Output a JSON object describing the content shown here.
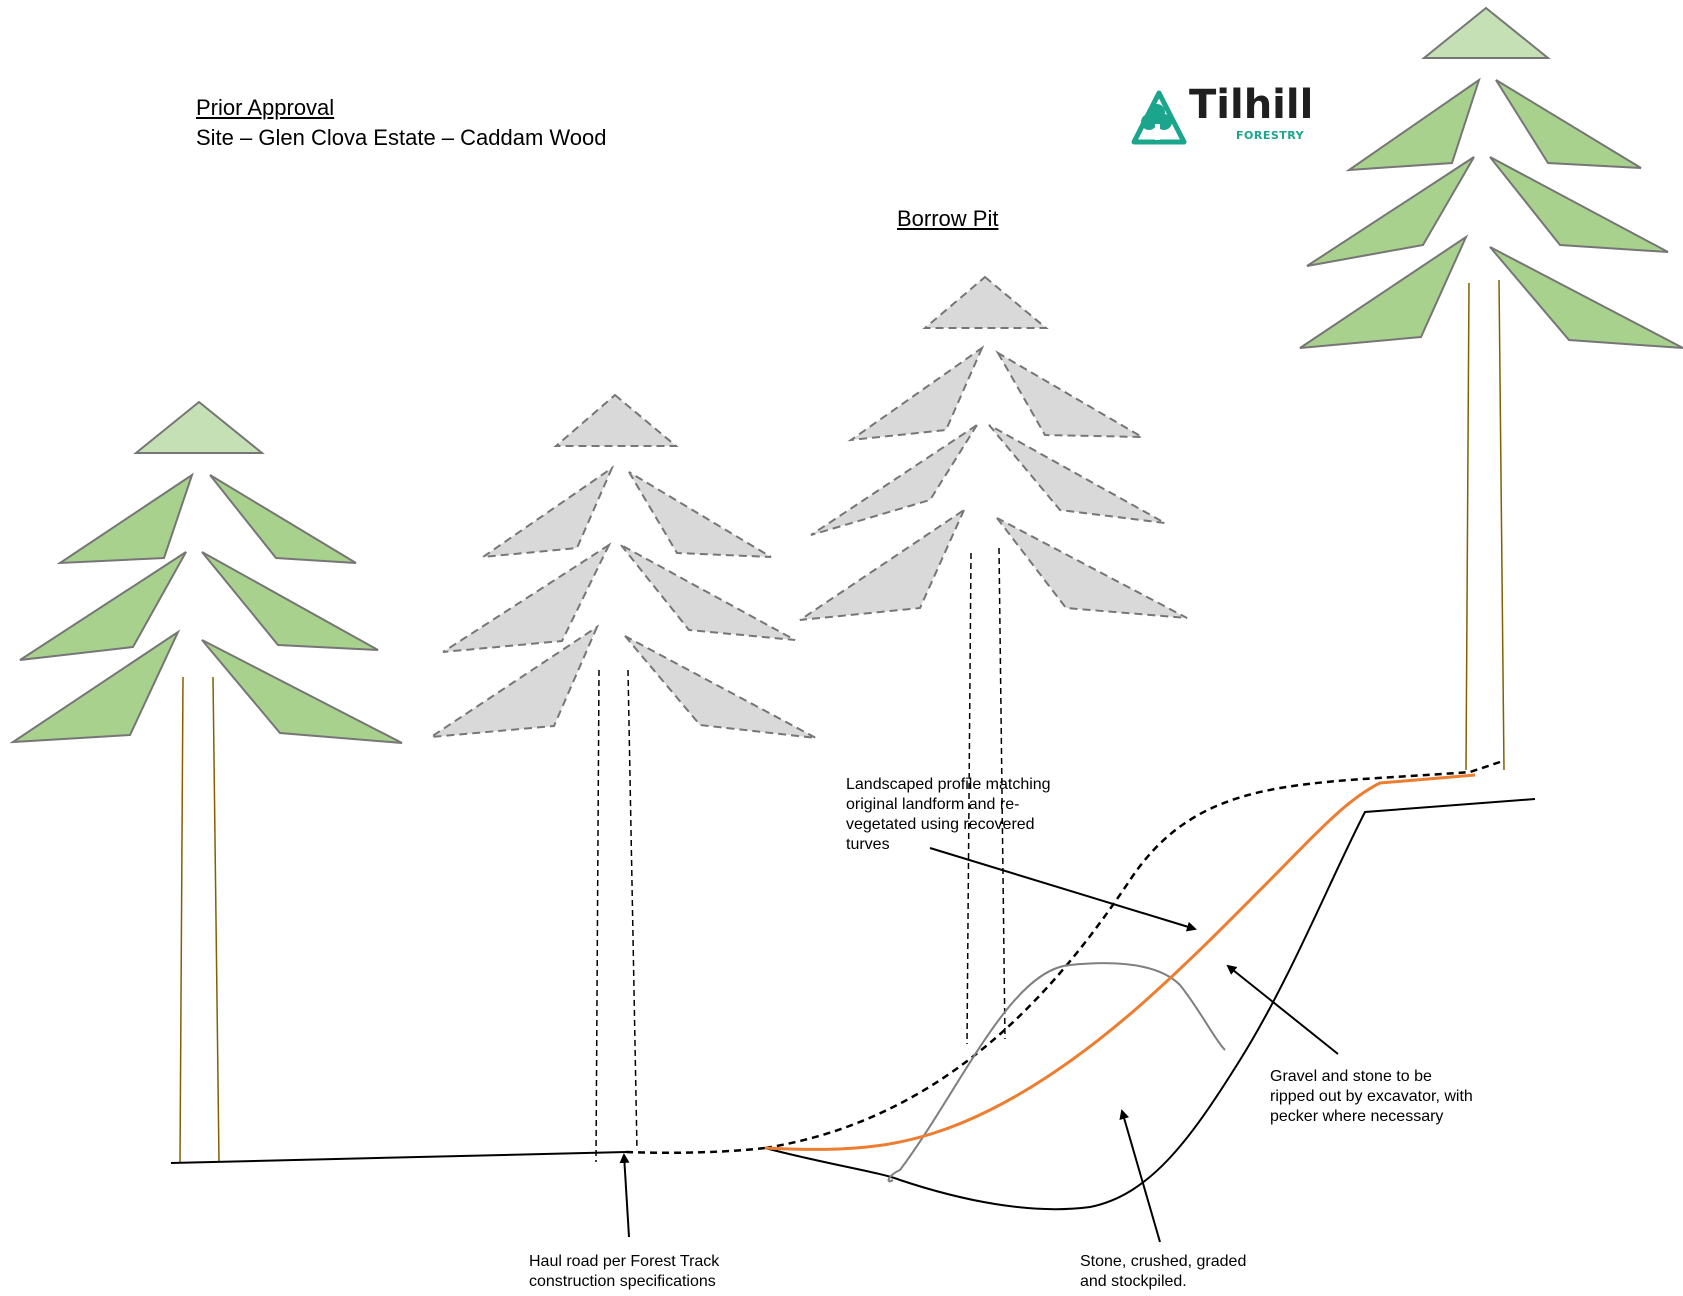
{
  "header": {
    "prior_approval": "Prior Approval",
    "site": "Site – Glen Clova Estate – Caddam Wood"
  },
  "title": "Borrow Pit",
  "logo": {
    "word": "Tilhill",
    "sub": "FORESTRY",
    "icon": "tree-in-triangle-icon",
    "color": "#1aa58c"
  },
  "annotations": {
    "landscaped": [
      "Landscaped profile matching",
      "original landform and re-",
      "vegetated using recovered",
      "turves"
    ],
    "gravel": [
      "Gravel and stone to be",
      "ripped out by excavator, with",
      "pecker where necessary"
    ],
    "haul_road": [
      "Haul road per Forest Track",
      "construction specifications"
    ],
    "stone": [
      "Stone, crushed, graded",
      "and stockpiled."
    ]
  },
  "colors": {
    "tree_green_fill": "#a9d18e",
    "tree_green_top": "#c5e0b4",
    "tree_stroke": "#767676",
    "removed_tree_fill": "#d9d9d9",
    "trunk": "#806000",
    "restored_profile": "#ed7d31",
    "stockpile_outline": "#7f7f7f"
  }
}
